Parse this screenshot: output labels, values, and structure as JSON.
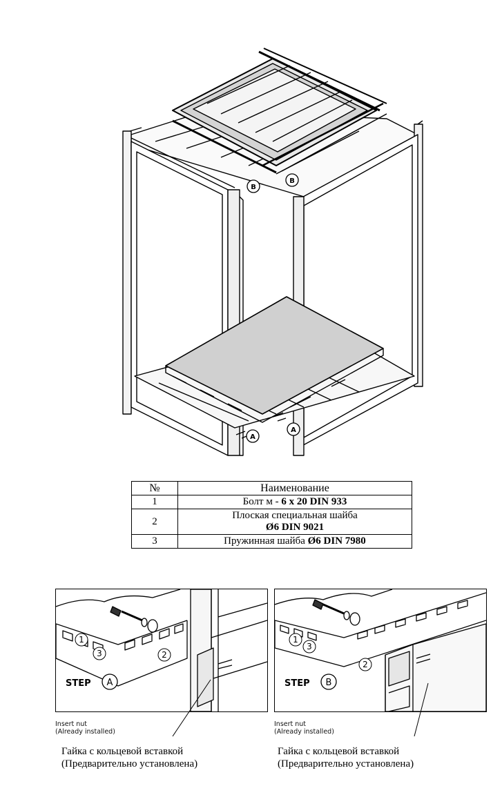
{
  "callouts": {
    "a": "A",
    "b": "B"
  },
  "table": {
    "header": {
      "num": "№",
      "name": "Наименование"
    },
    "rows": [
      {
        "num": "1",
        "text": "Болт м - ",
        "bold": "6 x 20 DIN 933"
      },
      {
        "num": "2",
        "text": "Плоская специальная шайба",
        "bold": "Ø6 DIN 9021"
      },
      {
        "num": "3",
        "text": "Пружинная шайба ",
        "bold": "Ø6 DIN 7980"
      }
    ]
  },
  "steps": [
    {
      "step_label": "STEP",
      "letter": "A",
      "part_labels": [
        "1",
        "3",
        "2"
      ],
      "insert_en_1": "Insert nut",
      "insert_en_2": "(Already installed)",
      "insert_ru_1": "Гайка с кольцевой вставкой",
      "insert_ru_2": "(Предварительно установлена)"
    },
    {
      "step_label": "STEP",
      "letter": "B",
      "part_labels": [
        "1",
        "3",
        "2"
      ],
      "insert_en_1": "Insert nut",
      "insert_en_2": "(Already installed)",
      "insert_ru_1": "Гайка с кольцевой вставкой",
      "insert_ru_2": "(Предварительно установлена)"
    }
  ]
}
